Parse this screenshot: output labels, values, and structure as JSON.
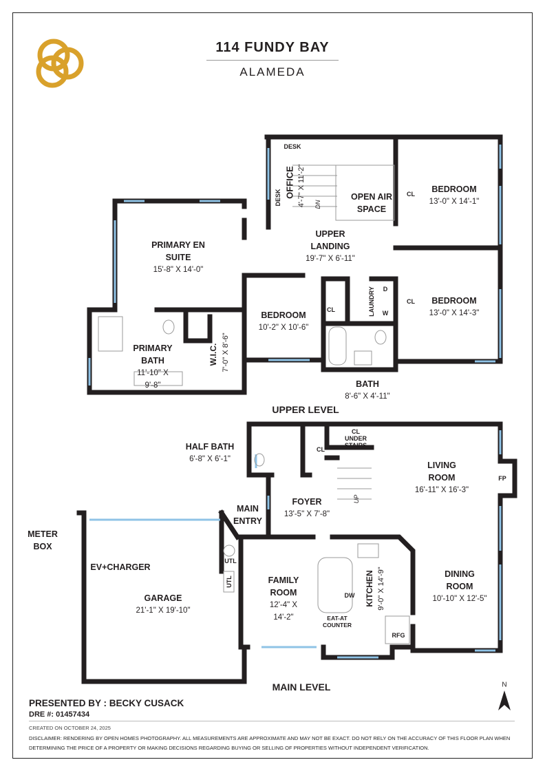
{
  "header": {
    "address": "114 FUNDY BAY",
    "city": "ALAMEDA"
  },
  "brand_color": "#d9a12b",
  "upper_level": {
    "label": "UPPER LEVEL",
    "rooms": [
      {
        "name": "PRIMARY EN SUITE",
        "dims": "15'-8\" X 14'-0\""
      },
      {
        "name": "UPPER LANDING",
        "dims": "19'-7\" X 6'-11\""
      },
      {
        "name": "OFFICE",
        "dims": "4'-7\" X 11'-2\""
      },
      {
        "name": "OPEN AIR SPACE",
        "dims": ""
      },
      {
        "name": "BEDROOM",
        "dims": "13'-0\" X 14'-1\""
      },
      {
        "name": "BEDROOM",
        "dims": "13'-0\" X 14'-3\""
      },
      {
        "name": "BEDROOM",
        "dims": "10'-2\" X 10'-6\""
      },
      {
        "name": "PRIMARY BATH",
        "dims": "11'-10\" X 9'-8\""
      },
      {
        "name": "W.I.C.",
        "dims": "7'-0\" X 8'-6\""
      },
      {
        "name": "BATH",
        "dims": "8'-6\" X 4'-11\""
      }
    ],
    "fixtures": {
      "desk": "DESK",
      "cl": "CL",
      "laundry": "LAUNDRY",
      "dryer": "D",
      "washer": "W",
      "dn": "DN"
    }
  },
  "main_level": {
    "label": "MAIN LEVEL",
    "rooms": [
      {
        "name": "HALF BATH",
        "dims": "6'-8\" X 6'-1\""
      },
      {
        "name": "LIVING ROOM",
        "dims": "16'-11\" X 16'-3\""
      },
      {
        "name": "FOYER",
        "dims": "13'-5\" X 7'-8\""
      },
      {
        "name": "FAMILY ROOM",
        "dims": "12'-4\" X 14'-2\""
      },
      {
        "name": "KITCHEN",
        "dims": "9'-0\" X 14'-9\""
      },
      {
        "name": "DINING ROOM",
        "dims": "10'-10\" X 12'-5\""
      },
      {
        "name": "GARAGE",
        "dims": "21'-1\" X 19'-10\""
      }
    ],
    "fixtures": {
      "cl_under_stairs": "CL UNDER STAIRS",
      "cl": "CL",
      "fp": "FP",
      "up": "UP",
      "main_entry": "MAIN ENTRY",
      "meter_box": "METER BOX",
      "ev": "EV+CHARGER",
      "utl": "UTL",
      "dw": "DW",
      "rfg": "RFG",
      "eat_at": "EAT-AT COUNTER"
    }
  },
  "compass": {
    "label": "N"
  },
  "footer": {
    "presented_by": "PRESENTED BY : BECKY CUSACK",
    "dre": "DRE #: 01457434",
    "created": "CREATED ON OCTOBER 24, 2025",
    "disclaimer": "DISCLAIMER: RENDERING BY OPEN HOMES PHOTOGRAPHY. ALL MEASUREMENTS ARE APPROXIMATE AND MAY NOT BE EXACT. DO NOT RELY ON THE ACCURACY OF THIS FLOOR PLAN WHEN DETERMINING THE PRICE OF A PROPERTY OR MAKING DECISIONS REGARDING BUYING OR SELLING OF PROPERTIES WITHOUT INDEPENDENT VERIFICATION."
  }
}
